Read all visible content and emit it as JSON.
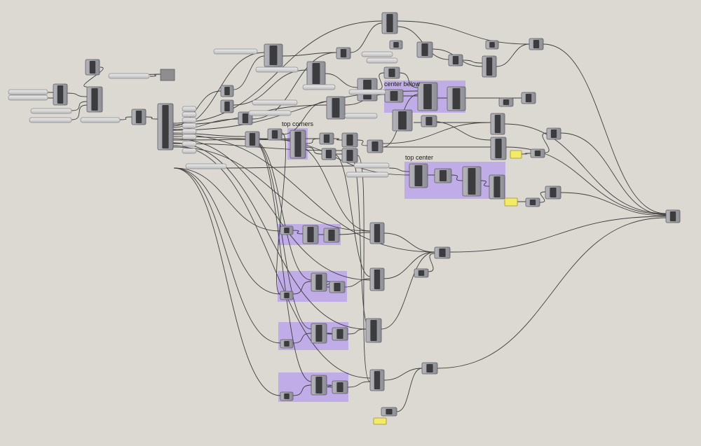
{
  "canvas": {
    "background": "#dcd9d2"
  },
  "colors": {
    "group_fill": "#b49af0",
    "node_body": "#9a9aa2",
    "node_core": "#3c3c3e",
    "slider": "#cfcfd0",
    "panel_yellow": "#f4ea6a",
    "wire": "#2e2e2e"
  },
  "groups": {
    "center_below": "center below",
    "top_corners": "top corners",
    "top_center": "top center"
  }
}
